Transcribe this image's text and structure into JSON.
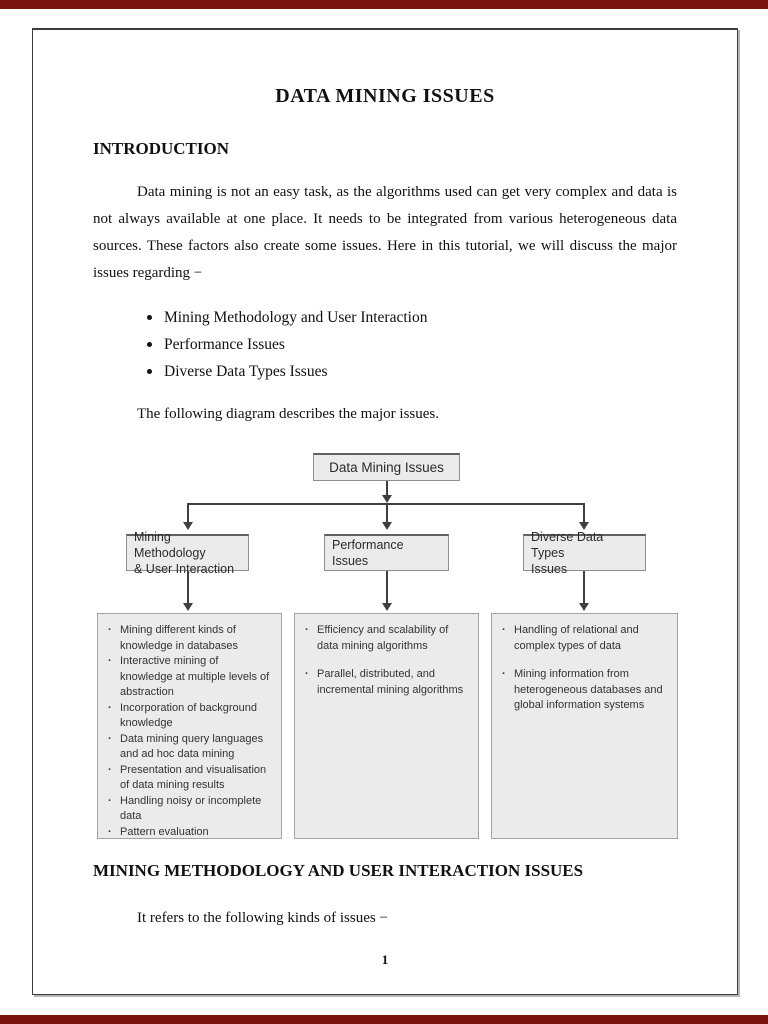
{
  "doc": {
    "title": "DATA MINING ISSUES",
    "page_number": "1"
  },
  "intro": {
    "heading": "INTRODUCTION",
    "paragraph": "Data mining is not an easy task, as the algorithms used can get very complex and data is not always available at one place. It needs to be integrated from various heterogeneous data sources. These factors also create some issues. Here in this tutorial, we will discuss the major issues regarding −",
    "bullets": [
      "Mining Methodology and User Interaction",
      "Performance Issues",
      "Diverse Data Types Issues"
    ],
    "diagram_lead": "The following diagram describes the major issues."
  },
  "diagram": {
    "root": "Data Mining Issues",
    "branches": [
      {
        "label": "Mining Methodology\n& User Interaction",
        "items": [
          "Mining different kinds of knowledge in databases",
          "Interactive mining of knowledge at multiple levels of abstraction",
          "Incorporation of background knowledge",
          "Data mining query languages and ad hoc data mining",
          "Presentation and visualisation of data mining results",
          "Handling noisy or incomplete data",
          "Pattern evaluation"
        ]
      },
      {
        "label": "Performance Issues",
        "items": [
          "Efficiency and scalability of data mining algorithms",
          "Parallel, distributed, and incremental mining algorithms"
        ]
      },
      {
        "label": "Diverse Data Types\nIssues",
        "items": [
          "Handling of relational and complex types of data",
          "Mining information from heterogeneous databases and global information systems"
        ]
      }
    ]
  },
  "section2": {
    "heading": "MINING METHODOLOGY AND USER INTERACTION ISSUES",
    "paragraph": "It refers to the following kinds of issues −"
  },
  "colors": {
    "viewer_bar": "#7a1210",
    "box_fill": "#ebebeb",
    "box_border": "#8f8f8f",
    "arrow": "#3f3f3f"
  }
}
